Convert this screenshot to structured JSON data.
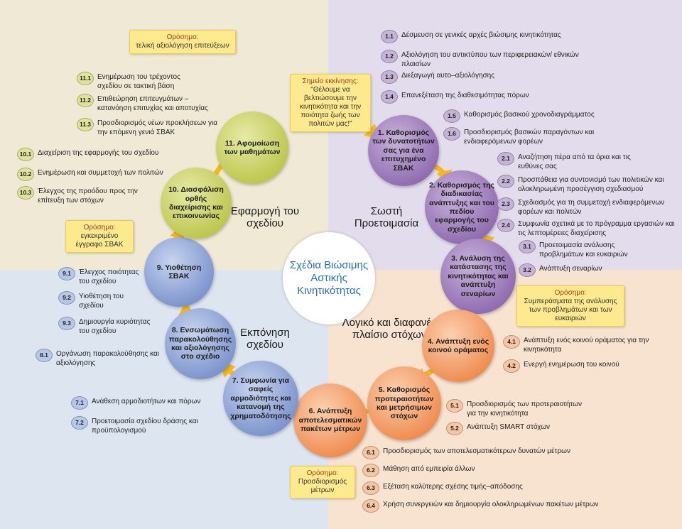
{
  "center_title": "Σχέδια Βιώσιμης Αστικής Κινητικότητας",
  "phases": {
    "preparation": "Σωστή Προετοιμασία",
    "goals": "Λογικό και διαφανές πλαίσιο στόχων",
    "drafting": "Εκπόνηση σχεδίου",
    "implementation": "Εφαρμογή του σχεδίου"
  },
  "starting_point": {
    "title": "Σημείο εκκίνησης:",
    "text": "\"Θέλουμε να βελτιώσουμε την κινητικότητα και την ποιότητα ζωής των πολιτών μας!\""
  },
  "milestones": {
    "m1": {
      "title": "Ορόσημο:",
      "text": "τελική αξιολόγηση επιτεύξεων"
    },
    "m2": {
      "title": "Ορόσημο:",
      "text": "Συμπεράσματα της ανάλυσης των προβλημάτων και των ευκαιριών"
    },
    "m3": {
      "title": "Ορόσημο:",
      "text": "Προσδιορισμός μέτρων"
    },
    "m4": {
      "title": "Ορόσημο:",
      "text": "εγκεκριμένο έγγραφο ΣΒΑΚ"
    }
  },
  "steps": [
    {
      "label": "1. Καθορισμός των δυνατοτήτων σας για ένα επιτυχημένο ΣΒΑΚ",
      "color": "#8f6bb0"
    },
    {
      "label": "2. Καθορισμός της διαδικασίας ανάπτυξης και του πεδίου εφαρμογής του σχεδίου",
      "color": "#8f6bb0"
    },
    {
      "label": "3. Ανάλυση της κατάστασης της κινητικότητας και ανάπτυξη σεναρίων",
      "color": "#8f6bb0"
    },
    {
      "label": "4. Ανάπτυξη ενός κοινού οράματος",
      "color": "#f08c50"
    },
    {
      "label": "5. Καθορισμός προτεραιοτήτων και μετρήσιμων στόχων",
      "color": "#f08c50"
    },
    {
      "label": "6. Ανάπτυξη αποτελεσματικών πακέτων μέτρων",
      "color": "#f08c50"
    },
    {
      "label": "7. Συμφωνία για σαφείς αρμοδιότητες και κατανομή της χρηματοδότησης",
      "color": "#7c93cd"
    },
    {
      "label": "8. Ενσωμάτωση παρακολούθησης και αξιολόγησης στο σχέδιο",
      "color": "#7c93cd"
    },
    {
      "label": "9. Υιοθέτηση ΣΒΑΚ",
      "color": "#7c93cd"
    },
    {
      "label": "10. Διασφάλιση ορθής διαχείρισης και επικοινωνίας",
      "color": "#bdc64c"
    },
    {
      "label": "11. Αφομοίωση των μαθημάτων",
      "color": "#bdc64c"
    }
  ],
  "substeps": [
    {
      "num": "1.1",
      "text": "Δέσμευση σε γενικές αρχές βιώσιμης κινητικότητας"
    },
    {
      "num": "1.2",
      "text": "Αξιολόγηση του αντικτύπου των περιφερειακών/ εθνικών πλαισίων"
    },
    {
      "num": "1.3",
      "text": "Διεξαγωγή αυτο–αξιολόγησης"
    },
    {
      "num": "1.4",
      "text": "Επανεξέταση της διαθεσιμότητας πόρων"
    },
    {
      "num": "1.5",
      "text": "Καθορισμός βασικού χρονοδιαγράμματος"
    },
    {
      "num": "1.6",
      "text": "Προσδιορισμός βασικών παραγόντων και ενδιαφερόμενων φορέων"
    },
    {
      "num": "2.1",
      "text": "Αναζήτηση πέρα από τα όρια και τις ευθύνες σας"
    },
    {
      "num": "2.2",
      "text": "Προσπάθεια για συντονισμό των πολιτικών και ολοκληρωμένη προσέγγιση σχεδιασμού"
    },
    {
      "num": "2.3",
      "text": "Σχεδιασμός για τη συμμετοχή ενδιαφερόμενων φορέων και πολιτών"
    },
    {
      "num": "2.4",
      "text": "Συμφωνία σχετικά με το πρόγραμμα εργασιών και τις λεπτομέρειες διαχείρισης"
    },
    {
      "num": "3.1",
      "text": "Προετοιμασία ανάλυσης προβλημάτων και ευκαιριών"
    },
    {
      "num": "3.2",
      "text": "Ανάπτυξη σεναρίων"
    },
    {
      "num": "4.1",
      "text": "Ανάπτυξη ενός κοινού οράματος για την κινητικότητα"
    },
    {
      "num": "4.2",
      "text": "Ενεργή ενημέρωση του κοινού"
    },
    {
      "num": "5.1",
      "text": "Προσδιορισμός των προτεραιοτήτων για την κινητικότητα"
    },
    {
      "num": "5.2",
      "text": "Ανάπτυξη SMART στόχων"
    },
    {
      "num": "6.1",
      "text": "Προσδιορισμός των αποτελεσματικότερων δυνατών μέτρων"
    },
    {
      "num": "6.2",
      "text": "Μάθηση από εμπειρία άλλων"
    },
    {
      "num": "6.3",
      "text": "Εξέταση καλύτερης σχέσης τιμής–απόδοσης"
    },
    {
      "num": "6.4",
      "text": "Χρήση συνεργειών και δημιουργία ολοκληρωμένων πακέτων μέτρων"
    },
    {
      "num": "7.1",
      "text": "Ανάθεση αρμοδιοτήτων και πόρων"
    },
    {
      "num": "7.2",
      "text": "Προετοιμασία σχεδίου δράσης και προϋπολογισμού"
    },
    {
      "num": "8.1",
      "text": "Οργάνωση παρακολούθησης και αξιολόγησης"
    },
    {
      "num": "9.1",
      "text": "Έλεγχος ποιότητας του σχεδίου"
    },
    {
      "num": "9.2",
      "text": "Υιοθέτηση του σχεδίου"
    },
    {
      "num": "9.3",
      "text": "Δημιουργία κυριότητας του σχεδίου"
    },
    {
      "num": "10.1",
      "text": "Διαχείριση της εφαρμογής του σχεδίου"
    },
    {
      "num": "10.2",
      "text": "Ενημέρωση και συμμετοχή των πολιτών"
    },
    {
      "num": "10.3",
      "text": "Έλεγχος της προόδου προς την επίτευξη των στόχων"
    },
    {
      "num": "11.1",
      "text": "Ενημέρωση του τρέχοντος σχεδίου σε τακτική βάση"
    },
    {
      "num": "11.2",
      "text": "Επιθεώρηση επιτευγμάτων – κατανόηση επιτυχίας και αποτυχίας"
    },
    {
      "num": "11.3",
      "text": "Προσδιορισμός νέων προκλήσεων για την επόμενη γενιά ΣΒΑΚ"
    }
  ],
  "colors": {
    "quad_tl": "#efe9d5",
    "quad_tr": "#e3dcec",
    "quad_bl": "#dde5f1",
    "quad_br": "#f8e2d0",
    "arrow": "#f7b81d",
    "center_text": "#2a6fb4"
  }
}
